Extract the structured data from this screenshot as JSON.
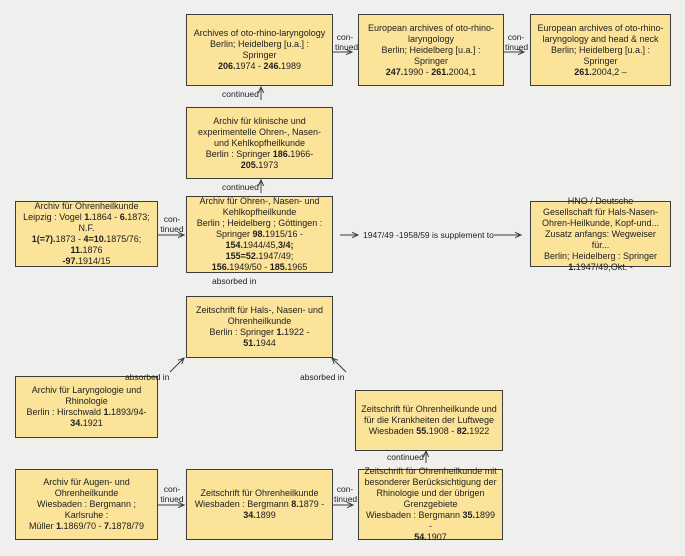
{
  "boxes": {
    "aorl": {
      "l1": "Archives of oto-rhino-laryngology",
      "l2": "Berlin; Heidelberg [u.a.] : Springer",
      "v1": "206.",
      "t1": "1974 - ",
      "v2": "246.",
      "t2": "1989"
    },
    "eaorl": {
      "l1": "European archives of oto-rhino-laryngology",
      "l2": "Berlin; Heidelberg [u.a.] : Springer",
      "v1": "247.",
      "t1": "1990 - ",
      "v2": "261.",
      "t2": "2004,1"
    },
    "eaorlhn": {
      "l1": "European archives of oto-rhino-laryngology and head & neck",
      "l2": "Berlin; Heidelberg [u.a.] : Springer",
      "v1": "261.",
      "t1": "2004,2 –"
    },
    "klinische": {
      "l1": "Archiv für klinische und experimentelle Ohren-, Nasen- und Kehlkopfheilkunde",
      "l2": "Berlin : Springer ",
      "v1": "186.",
      "t1": "1966-",
      "v2": "205.",
      "t2": "1973"
    },
    "ohrenheilkunde": {
      "l1": "Archiv für Ohrenheilkunde",
      "l2a": "Leipzig : Vogel ",
      "v1": "1.",
      "t1": "1864 - ",
      "v2": "6.",
      "t2": "1873; N.F.",
      "v3": "1(=7).",
      "t3": "1873 - ",
      "v4": "4=10.",
      "t4": "1875/76; ",
      "v5": "11.",
      "t5": "1876",
      "v6": "-97.",
      "t6": "1914/15"
    },
    "ohrennasen": {
      "l1": "Archiv für Ohren-, Nasen- und Kehlkopfheilkunde",
      "l2": "Berlin ; Heidelberg ; Göttingen :",
      "l3a": "Springer ",
      "v1": "98.",
      "t1": "1915/16 -",
      "v2": "154.",
      "t2": "1944/45,",
      "v3": "3/4; 155=52.",
      "t3": "1947/49;",
      "v4": "156.",
      "t4": "1949/50 - ",
      "v5": "185.",
      "t5": "1965"
    },
    "hno": {
      "l1": "HNO / Deutsche",
      "l2": "Gesellschaft für Hals-Nasen-",
      "l3": "Ohren-Heilkunde, Kopf-und...",
      "l4": "Zusatz anfangs: Wegweiser für...",
      "l5": "Berlin; Heidelberg : Springer",
      "v1": "1.",
      "t1": "1947/49,Okt. -"
    },
    "zhals": {
      "l1": "Zeitschrift für Hals-, Nasen- und Ohrenheilkunde",
      "l2": "Berlin : Springer ",
      "v1": "1.",
      "t1": "1922 - ",
      "v2": "51.",
      "t2": "1944"
    },
    "laryngologie": {
      "l1": "Archiv für Laryngologie und Rhinologie",
      "l2": "Berlin : Hirschwald ",
      "v1": "1.",
      "t1": "1893/94-",
      "v2": "34.",
      "t2": "1921"
    },
    "zluftwege": {
      "l1": "Zeitschrift für Ohrenheilkunde und für die Krankheiten der Luftwege",
      "l2": "Wiesbaden ",
      "v1": "55.",
      "t1": "1908 - ",
      "v2": "82.",
      "t2": "1922"
    },
    "augen": {
      "l1": "Archiv für Augen- und Ohrenheilkunde",
      "l2": "Wiesbaden : Bergmann ; Karlsruhe :",
      "l3": "Müller ",
      "v1": "1.",
      "t1": "1869/70 - ",
      "v2": "7.",
      "t2": "1878/79"
    },
    "zohren": {
      "l1": "Zeitschrift für Ohrenheilkunde",
      "l2": "Wiesbaden : Bergmann ",
      "v1": "8.",
      "t1": "1879 -",
      "v2": "34.",
      "t2": "1899"
    },
    "zbesondere": {
      "l1": "Zeitschrift für Ohrenheilkunde mit besonderer Berücksichtigung der Rhinologie und der übrigen Grenzgebiete",
      "l2": "Wiesbaden : Bergmann ",
      "v1": "35.",
      "t1": "1899 -",
      "v2": "54.",
      "t2": "1907"
    }
  },
  "labels": {
    "continued_a1": "con-",
    "continued_a2": "tinued",
    "continued_b1": "con-",
    "continued_b2": "tinued",
    "continued_c1": "con-",
    "continued_c2": "tinued",
    "continued_d1": "con-",
    "continued_d2": "tinued",
    "continued_e1": "con-",
    "continued_e2": "tinued",
    "continued_up1": "continued",
    "continued_up2": "continued",
    "continued_up3": "continued",
    "absorbed_up": "absorbed in",
    "absorbed_left": "absorbed in",
    "absorbed_right": "absorbed in",
    "supplement": "1947/49 -1958/59 is supplement to"
  },
  "colors": {
    "box_fill": "#fbe39a",
    "background": "#efefee",
    "line": "#3c3c3c"
  }
}
